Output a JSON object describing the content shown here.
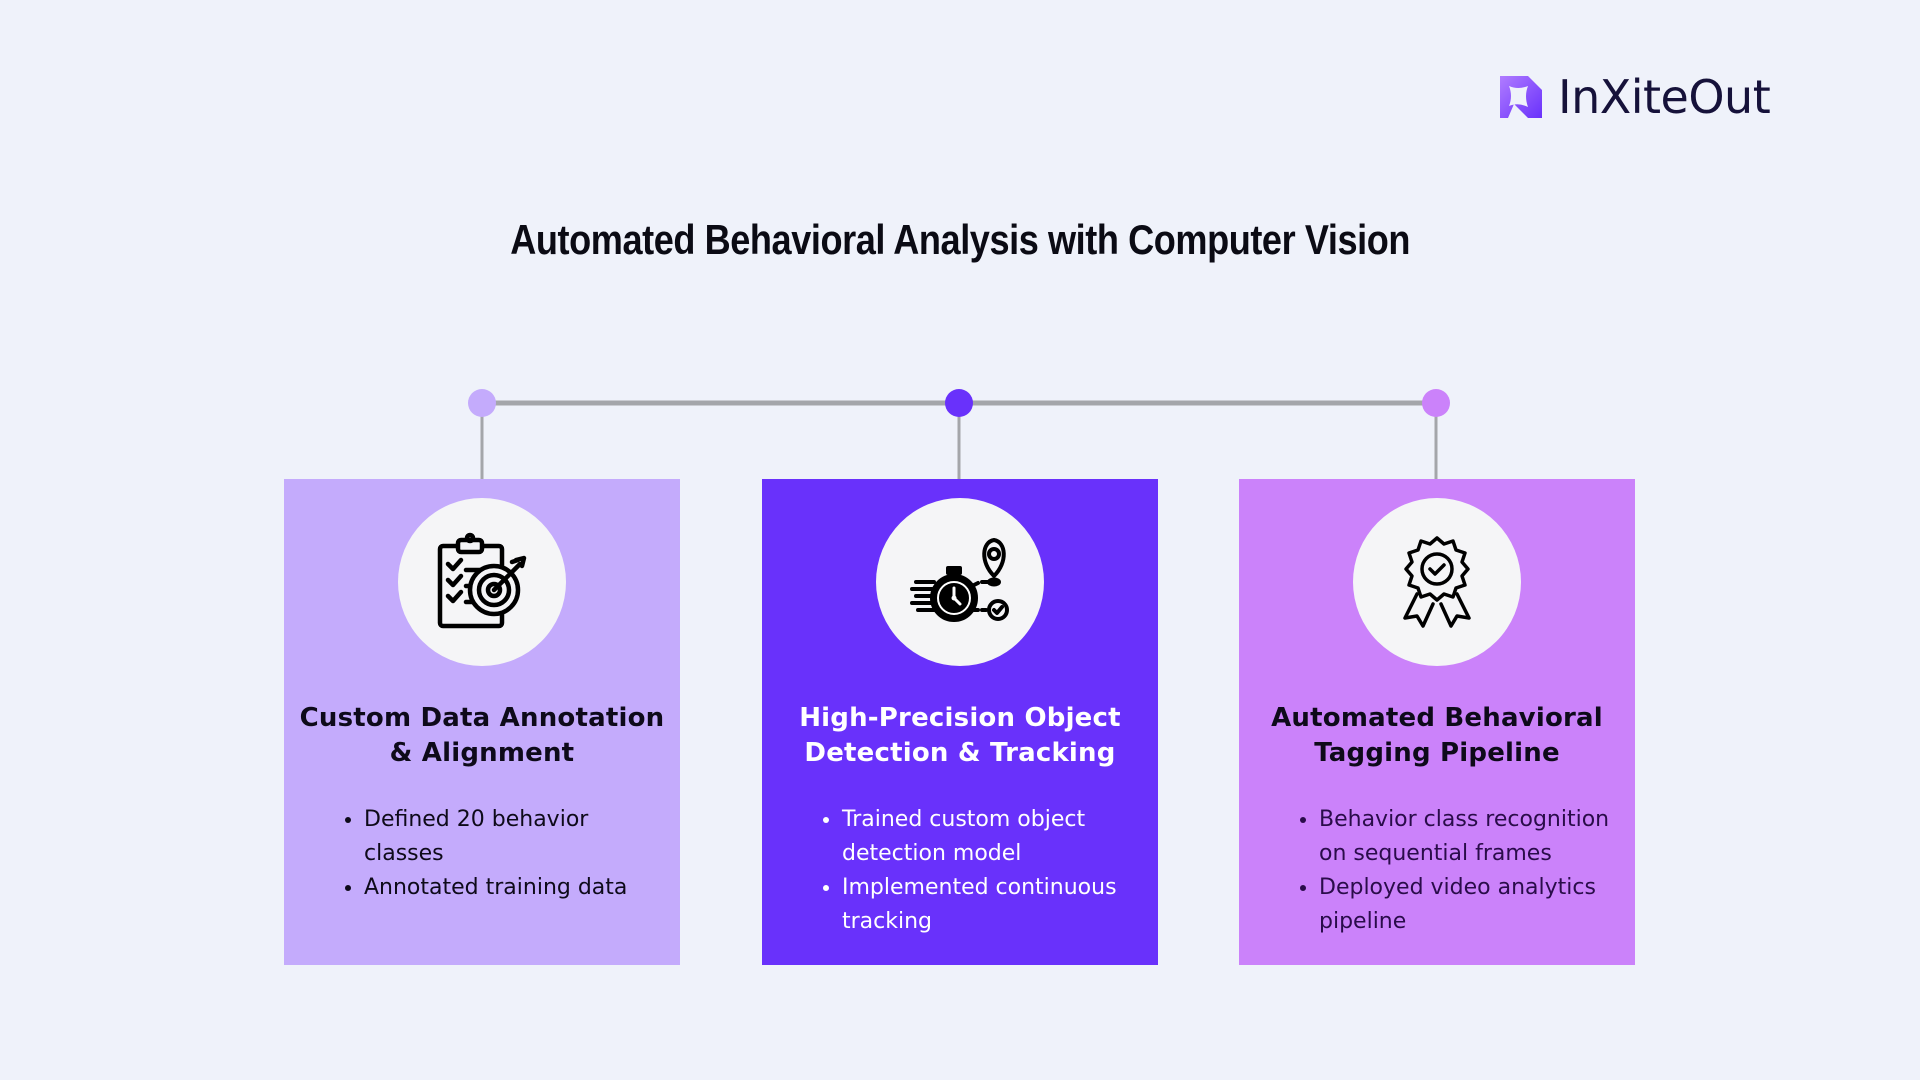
{
  "brand": {
    "name": "InXiteOut",
    "mark_colors": [
      "#a26bff",
      "#6931fb"
    ]
  },
  "title": "Automated Behavioral Analysis with Computer Vision",
  "timeline": {
    "line_color": "#a4a6aa",
    "nodes": [
      {
        "color": "#c4abfc"
      },
      {
        "color": "#6931fb"
      },
      {
        "color": "#cb82fa"
      }
    ]
  },
  "cards": [
    {
      "icon": "clipboard-target-icon",
      "color": "#c4abfc",
      "heading_line1": "Custom Data Annotation",
      "heading_line2": "& Alignment",
      "bullets": [
        "Defined 20 behavior classes",
        "Annotated training data"
      ]
    },
    {
      "icon": "stopwatch-tracking-icon",
      "color": "#6931fb",
      "heading_line1": "High-Precision Object",
      "heading_line2": "Detection & Tracking",
      "bullets": [
        "Trained custom object detection model",
        "Implemented continuous tracking"
      ]
    },
    {
      "icon": "award-badge-icon",
      "color": "#cb82fa",
      "heading_line1": "Automated Behavioral",
      "heading_line2": "Tagging Pipeline",
      "bullets": [
        "Behavior class recognition on sequential frames",
        "Deployed video analytics pipeline"
      ]
    }
  ]
}
